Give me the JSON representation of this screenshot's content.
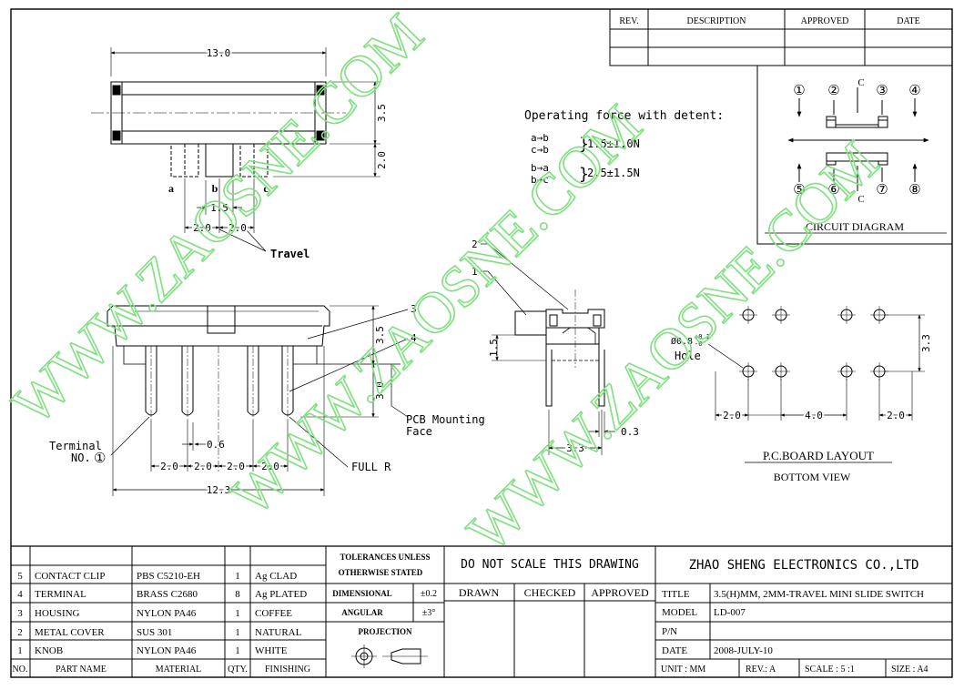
{
  "revision_block": {
    "headers": [
      "REV.",
      "DESCRIPTION",
      "APPROVED",
      "DATE"
    ]
  },
  "watermark": {
    "text": "WWW.ZAOSNE.COM",
    "color": "#7fe07f"
  },
  "top_view": {
    "overall_length": "13.0",
    "height": "3.5",
    "terminal_length": "2.0",
    "pin_labels": [
      "a",
      "b",
      "c"
    ],
    "pin_width": "1.5",
    "travel_left": "2.0",
    "travel_right": "2.0",
    "travel_label": "Travel"
  },
  "operating_force": {
    "title": "Operating force with detent:",
    "group1": {
      "lines": [
        "a→b",
        "c→b"
      ],
      "value": "1.5±1.0N"
    },
    "group2": {
      "lines": [
        "b→a",
        "b→c"
      ],
      "value": "2.5±1.5N"
    }
  },
  "circuit_diagram": {
    "pins_top": [
      "①",
      "②",
      "③",
      "④"
    ],
    "pins_bottom": [
      "⑤",
      "⑥",
      "⑦",
      "⑧"
    ],
    "common_label": "C",
    "title": "CIRCUIT DIAGRAM"
  },
  "front_view": {
    "callouts": [
      "3",
      "4"
    ],
    "height_body": "3.5",
    "pin_length": "3.0",
    "pin_width": "0.6",
    "pitch": [
      "2.0",
      "2.0",
      "2.0",
      "2.0"
    ],
    "overall": "12.3",
    "terminal_label": "Terminal",
    "terminal_no": "NO.",
    "terminal_circle": "①",
    "pcb_label_1": "PCB Mounting",
    "pcb_label_2": "Face",
    "full_r": "FULL R"
  },
  "side_view": {
    "callouts": [
      "2",
      "1"
    ],
    "knob_height": "1.5",
    "width": "3.3",
    "thickness": "0.3"
  },
  "pcb_layout": {
    "hole_label": "Hole",
    "hole_dia": "Ø0.8",
    "hole_tol_plus": "+0.1",
    "hole_tol_minus": "-0",
    "row_spacing": "3.3",
    "col_left": "2.0",
    "col_mid": "4.0",
    "col_right": "2.0",
    "title": "P.C.BOARD LAYOUT",
    "subtitle": "BOTTOM VIEW"
  },
  "parts_list": {
    "rows": [
      {
        "no": "5",
        "name": "CONTACT CLIP",
        "material": "PBS C5210-EH",
        "qty": "1",
        "finish": "Ag CLAD"
      },
      {
        "no": "4",
        "name": "TERMINAL",
        "material": "BRASS C2680",
        "qty": "8",
        "finish": "Ag PLATED"
      },
      {
        "no": "3",
        "name": "HOUSING",
        "material": "NYLON PA46",
        "qty": "1",
        "finish": "COFFEE"
      },
      {
        "no": "2",
        "name": "METAL COVER",
        "material": "SUS 301",
        "qty": "1",
        "finish": "NATURAL"
      },
      {
        "no": "1",
        "name": "KNOB",
        "material": "NYLON PA46",
        "qty": "1",
        "finish": "WHITE"
      }
    ],
    "headers": [
      "NO.",
      "PART NAME",
      "MATERIAL",
      "QTY.",
      "FINISHING"
    ]
  },
  "tolerances": {
    "title_1": "TOLERANCES UNLESS",
    "title_2": "OTHERWISE STATED",
    "dimensional_label": "DIMENSIONAL",
    "dimensional_value": "±0.2",
    "angular_label": "ANGULAR",
    "angular_value": "±3°",
    "projection_label": "PROJECTION"
  },
  "approval": {
    "note": "DO NOT SCALE THIS DRAWING",
    "headers": [
      "DRAWN",
      "CHECKED",
      "APPROVED"
    ]
  },
  "title_block": {
    "company": "ZHAO SHENG ELECTRONICS CO.,LTD",
    "title_label": "TITLE",
    "title_value": "3.5(H)MM, 2MM-TRAVEL MINI SLIDE SWITCH",
    "model_label": "MODEL",
    "model_value": "LD-007",
    "pn_label": "P/N",
    "pn_value": "",
    "date_label": "DATE",
    "date_value": "2008-JULY-10",
    "unit": "UNIT : MM",
    "rev": "REV.: A",
    "scale": "SCALE : 5 :1",
    "size": "SIZE : A4"
  }
}
